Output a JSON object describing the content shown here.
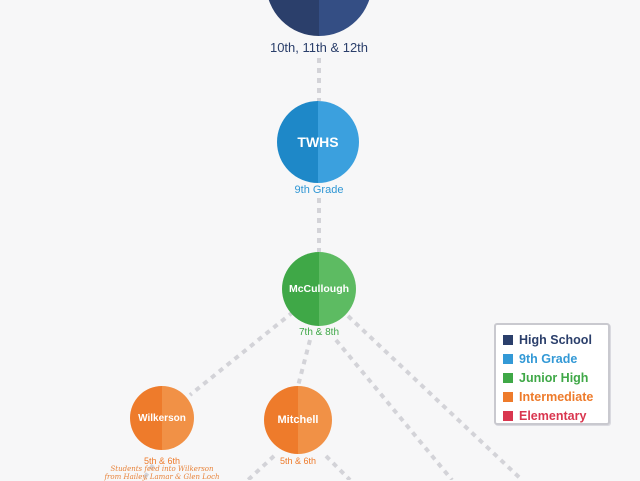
{
  "nodes": {
    "high_school": {
      "grades": "10th, 11th & 12th",
      "color_dark": "#2b3f6b",
      "color_light": "#344e84"
    },
    "twhs": {
      "name": "TWHS",
      "grades": "9th Grade",
      "color_dark": "#1e88c8",
      "color_light": "#3ba0de"
    },
    "mccullough": {
      "name": "McCullough",
      "grades": "7th & 8th",
      "color_dark": "#3fa847",
      "color_light": "#5dbb62"
    },
    "wilkerson": {
      "name": "Wilkerson",
      "grades": "5th & 6th",
      "note_line1": "Students feed into Wilkerson",
      "note_line2": "from Hailey, Lamar & Glen Loch",
      "color_dark": "#ee7b2b",
      "color_light": "#f19146"
    },
    "mitchell": {
      "name": "Mitchell",
      "grades": "5th & 6th",
      "color_dark": "#ee7b2b",
      "color_light": "#f19146"
    }
  },
  "legend": {
    "items": [
      {
        "label": "High School",
        "color": "#2b3f6b"
      },
      {
        "label": "9th Grade",
        "color": "#3399d6"
      },
      {
        "label": "Junior High",
        "color": "#3fa847"
      },
      {
        "label": "Intermediate",
        "color": "#ee7b2b"
      },
      {
        "label": "Elementary",
        "color": "#d9364f"
      }
    ]
  },
  "connector_color": "#d3d3d8"
}
